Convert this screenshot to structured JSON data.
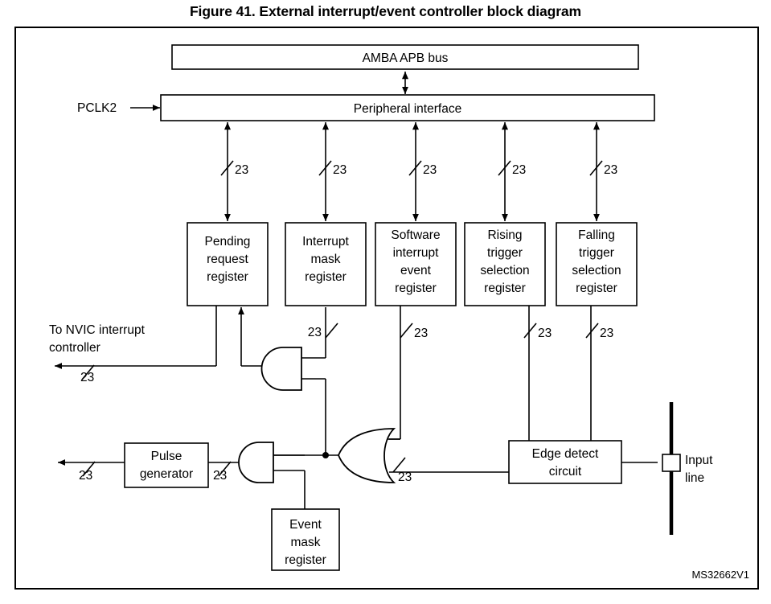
{
  "figure": {
    "title": "Figure 41. External interrupt/event controller block diagram",
    "watermark": "MS32662V1"
  },
  "blocks": {
    "amba_bus": "AMBA APB bus",
    "peripheral_interface": "Peripheral interface",
    "pending_request_register": "Pending\nrequest\nregister",
    "interrupt_mask_register": "Interrupt\nmask\nregister",
    "software_interrupt_event_register": "Software\ninterrupt\nevent\nregister",
    "rising_trigger_selection_register": "Rising\ntrigger\nselection\nregister",
    "falling_trigger_selection_register": "Falling\ntrigger\nselection\nregister",
    "pulse_generator": "Pulse\ngenerator",
    "event_mask_register": "Event\nmask\nregister",
    "edge_detect_circuit": "Edge detect\ncircuit"
  },
  "labels": {
    "pclk2": "PCLK2",
    "to_nvic": "To NVIC interrupt\ncontroller",
    "input_line": "Input\nline"
  },
  "bus_width": "23",
  "bus_widths": {
    "pending_request_top": "23",
    "interrupt_mask_top": "23",
    "software_interrupt_top": "23",
    "rising_trigger_top": "23",
    "falling_trigger_top": "23",
    "interrupt_mask_bottom": "23",
    "software_interrupt_bottom": "23",
    "rising_trigger_bottom": "23",
    "falling_trigger_bottom": "23",
    "nvic_out": "23",
    "pulse_generator_out": "23",
    "pulse_generator_in": "23",
    "or_gate_out": "23"
  },
  "colors": {
    "line": "#000000",
    "background": "#ffffff",
    "block_fill": "#ffffff"
  }
}
